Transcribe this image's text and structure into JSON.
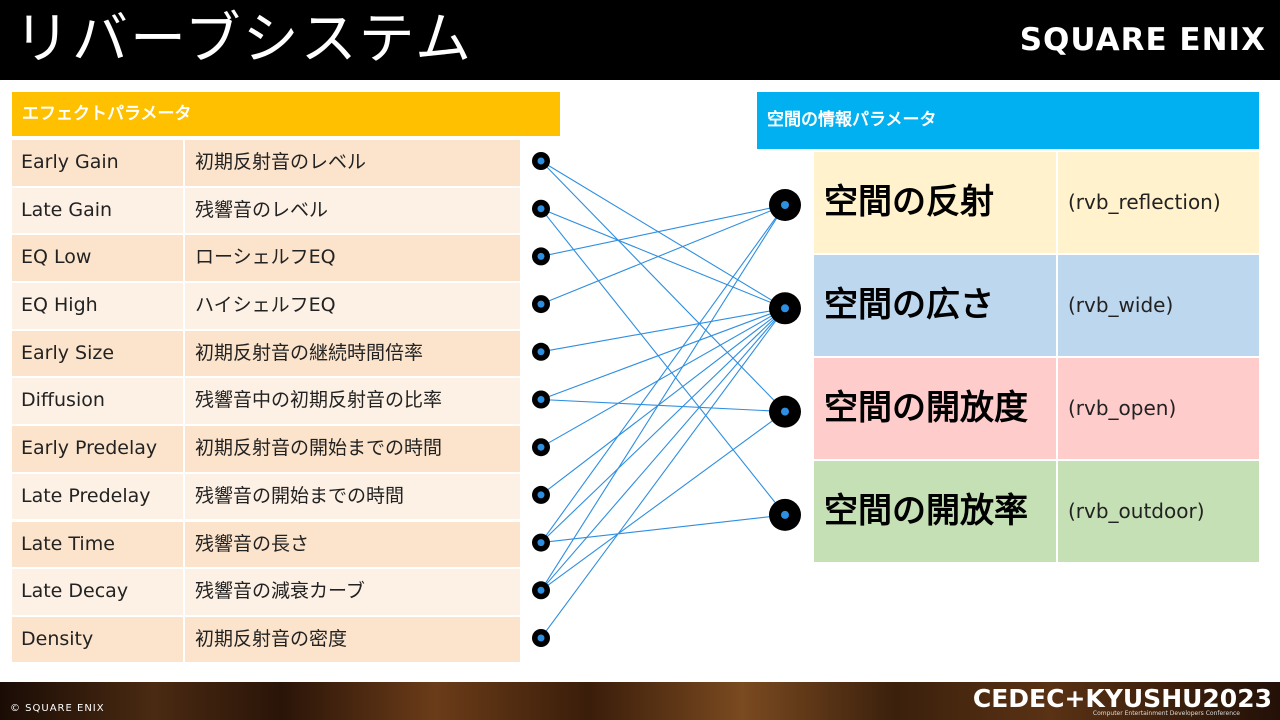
{
  "slide": {
    "title": "リバーブシステム",
    "logo": "SQUARE ENIX"
  },
  "effect_params": {
    "header": "エフェクトパラメータ",
    "rows": [
      {
        "name": "Early Gain",
        "desc": "初期反射音のレベル"
      },
      {
        "name": "Late Gain",
        "desc": "残響音のレベル"
      },
      {
        "name": "EQ Low",
        "desc": "ローシェルフEQ"
      },
      {
        "name": "EQ High",
        "desc": "ハイシェルフEQ"
      },
      {
        "name": "Early Size",
        "desc": "初期反射音の継続時間倍率"
      },
      {
        "name": "Diffusion",
        "desc": "残響音中の初期反射音の比率"
      },
      {
        "name": "Early Predelay",
        "desc": "初期反射音の開始までの時間"
      },
      {
        "name": "Late Predelay",
        "desc": "残響音の開始までの時間"
      },
      {
        "name": "Late Time",
        "desc": "残響音の長さ"
      },
      {
        "name": "Late Decay",
        "desc": "残響音の減衰カーブ"
      },
      {
        "name": "Density",
        "desc": "初期反射音の密度"
      }
    ]
  },
  "space_params": {
    "header": "空間の情報パラメータ",
    "rows": [
      {
        "name": "空間の反射",
        "code": "(rvb_reflection)",
        "color": "#fff2cc"
      },
      {
        "name": "空間の広さ",
        "code": "(rvb_wide)",
        "color": "#bdd7ee"
      },
      {
        "name": "空間の開放度",
        "code": "(rvb_open)",
        "color": "#ffcccc"
      },
      {
        "name": "空間の開放率",
        "code": "(rvb_outdoor)",
        "color": "#c5e0b4"
      }
    ]
  },
  "connections": [
    [
      0,
      1
    ],
    [
      0,
      2
    ],
    [
      1,
      1
    ],
    [
      1,
      3
    ],
    [
      2,
      0
    ],
    [
      3,
      0
    ],
    [
      4,
      1
    ],
    [
      5,
      1
    ],
    [
      5,
      2
    ],
    [
      6,
      1
    ],
    [
      7,
      1
    ],
    [
      8,
      1
    ],
    [
      8,
      0
    ],
    [
      8,
      3
    ],
    [
      9,
      0
    ],
    [
      9,
      1
    ],
    [
      9,
      2
    ],
    [
      10,
      1
    ]
  ],
  "colors": {
    "header_left": "#ffc000",
    "header_right": "#00b0f0",
    "wire": "#2e8ee0"
  },
  "footer": {
    "copyright": "© SQUARE ENIX",
    "event": "CEDEC+KYUSHU2023",
    "event_sub": "Computer Entertainment Developers Conference"
  }
}
